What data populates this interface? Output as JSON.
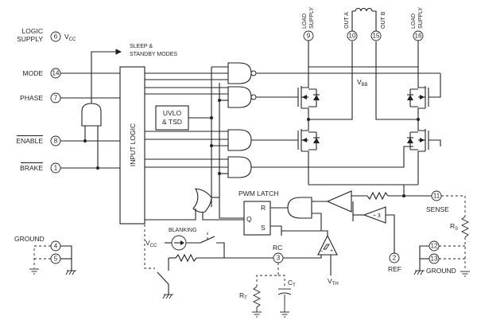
{
  "pins": {
    "logic_supply": {
      "line1": "LOGIC",
      "line2": "SUPPLY",
      "num": "6",
      "rail": "V",
      "rail_sub": "CC"
    },
    "mode": {
      "label": "MODE",
      "num": "14"
    },
    "phase": {
      "label": "PHASE",
      "num": "7"
    },
    "enable": {
      "label": "ENABLE",
      "num": "8"
    },
    "brake": {
      "label": "BRAKE",
      "num": "1"
    },
    "ground_left": {
      "label": "GROUND",
      "num_a": "4",
      "num_b": "5"
    },
    "load_supply_a": {
      "line1": "LOAD",
      "line2": "SUPPLY",
      "num": "9"
    },
    "out_a": {
      "label": "OUT",
      "sub": "A",
      "num": "10"
    },
    "out_b": {
      "label": "OUT",
      "sub": "B",
      "num": "15"
    },
    "load_supply_b": {
      "line1": "LOAD",
      "line2": "SUPPLY",
      "num": "16"
    },
    "sense": {
      "label": "SENSE",
      "num": "11"
    },
    "ref": {
      "label": "REF",
      "num": "2"
    },
    "rc": {
      "label": "RC",
      "num": "3"
    },
    "ground_right": {
      "label": "GROUND",
      "num_a": "12",
      "num_b": "13"
    }
  },
  "blocks": {
    "input_logic": "INPUT LOGIC",
    "uvlo_line1": "UVLO",
    "uvlo_line2": "& TSD",
    "sleep_line1": "SLEEP &",
    "sleep_line2": "STANDBY MODES",
    "pwm_latch": "PWM LATCH",
    "latch_r": "R",
    "latch_q": "Q",
    "latch_s": "S",
    "blanking": "BLANKING",
    "vcc_blank": "V",
    "vcc_blank_sub": "CC",
    "divider": "÷ 3",
    "vbb": "V",
    "vbb_sub": "BB",
    "vth": "V",
    "vth_sub": "TH",
    "rs": "R",
    "rs_sub": "S",
    "rt": "R",
    "rt_sub": "T",
    "ct": "C",
    "ct_sub": "T",
    "comp_minus": "–",
    "comp_plus": "+"
  }
}
